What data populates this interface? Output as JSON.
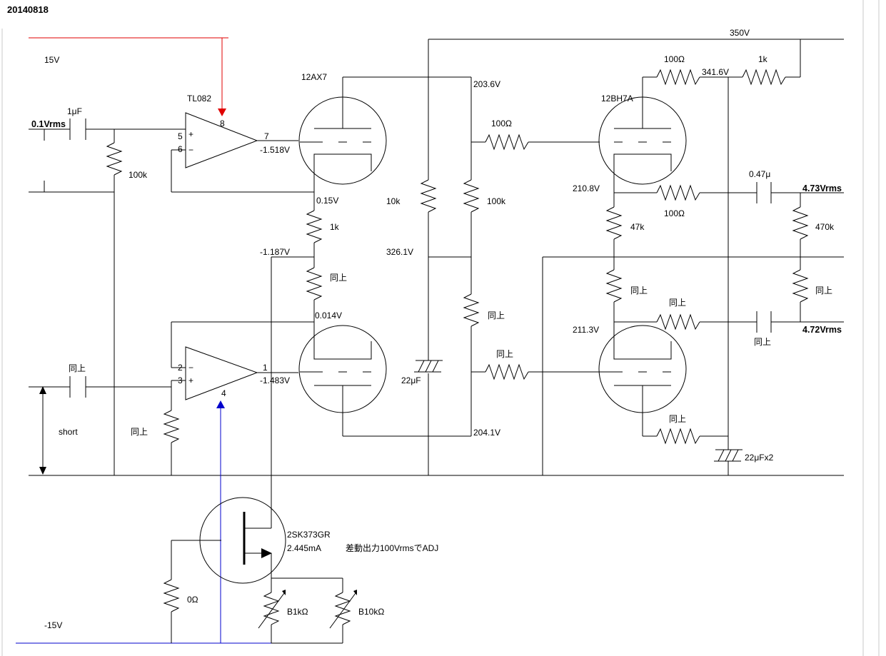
{
  "title": "20140818",
  "labels": {
    "v15": "15V",
    "vneg15": "-15V",
    "v350": "350V",
    "input": "0.1Vrms",
    "cap_in": "1μF",
    "r100k_in": "100k",
    "opamp": "TL082",
    "pin8": "8",
    "pin5": "5",
    "pin6": "6",
    "pin7": "7",
    "out7_v": "-1.518V",
    "pin2": "2",
    "pin3": "3",
    "pin1": "1",
    "pin4": "4",
    "out1_v": "-1.483V",
    "tube1": "12AX7",
    "v203": "203.6V",
    "v015": "0.15V",
    "r1k_cath": "1k",
    "v1187": "-1.187V",
    "same_cath": "同上",
    "v0014": "0.014V",
    "v204": "204.1V",
    "r10k": "10k",
    "r100k_plate": "100k",
    "v326": "326.1V",
    "same_plate2": "同上",
    "cap22": "22μF",
    "r100_grid1": "100Ω",
    "same_grid2": "同上",
    "tube2": "12BH7A",
    "r100_top": "100Ω",
    "v341": "341.6V",
    "r1k_top": "1k",
    "v210": "210.8V",
    "r100_out": "100Ω",
    "cap047": "0.47μ",
    "out_top": "4.73Vrms",
    "r470k": "470k",
    "r47k": "47k",
    "same_47k": "同上",
    "same_outr": "同上",
    "same_470k": "同上",
    "v211": "211.3V",
    "out_bot": "4.72Vrms",
    "same_cap": "同上",
    "same_k2": "同上",
    "cap22x2": "22μFx2",
    "same_cap_in2": "同上",
    "short": "short",
    "same_r100k_2": "同上",
    "fet": "2SK373GR",
    "fet_i": "2.445mA",
    "adj": "差動出力100VrmsでADJ",
    "r0": "0Ω",
    "b1k": "B1kΩ",
    "b10k": "B10kΩ"
  },
  "colors": {
    "wire": "#000000",
    "positive_supply_arrow": "#e00000",
    "negative_supply_arrow": "#0000cc",
    "frame": "#c8c8c8"
  }
}
